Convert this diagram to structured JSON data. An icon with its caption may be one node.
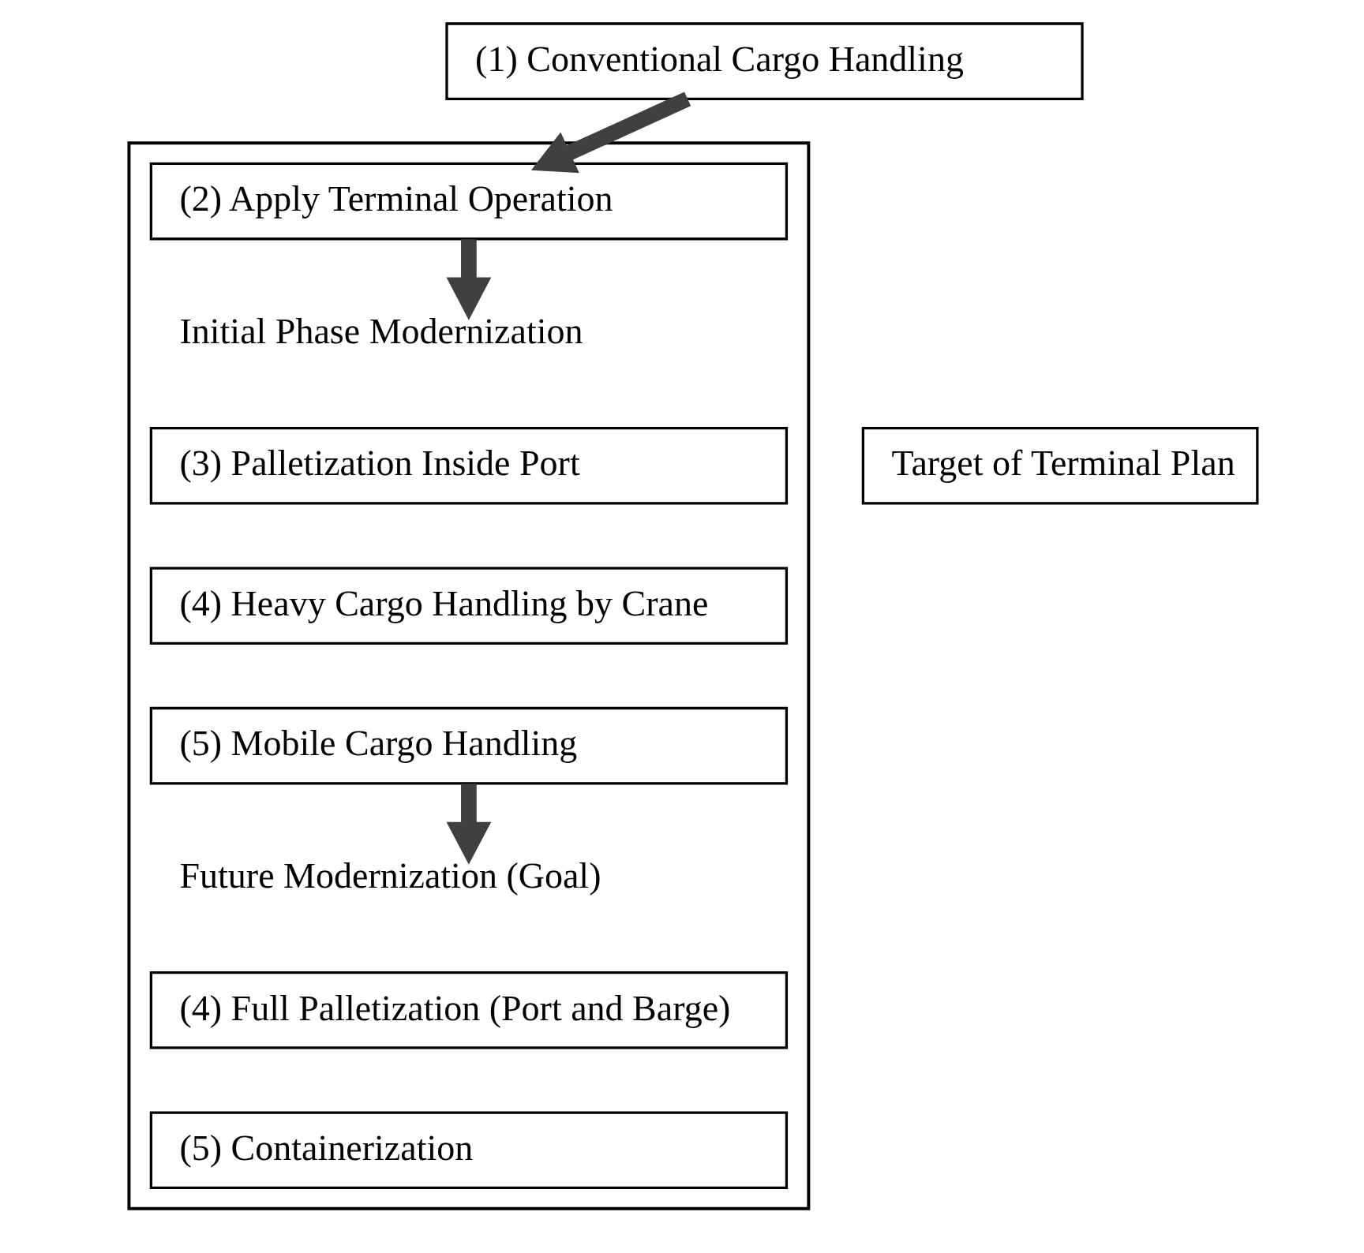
{
  "diagram": {
    "nodes": [
      {
        "text": [
          "(1) Conventional Cargo Handling"
        ]
      },
      {
        "text": [],
        "shape": "box"
      },
      {
        "text": [
          "(2) Apply Terminal Operation"
        ],
        "in": 1
      },
      {
        "text": [
          "Initial Phase Modernization"
        ],
        "in": 1
      },
      {
        "text": [
          "(3) Palletization Inside Port"
        ],
        "in": 1
      },
      {
        "text": [
          "(4) Heavy Cargo Handling by Crane"
        ],
        "in": 1
      },
      {
        "text": [
          "(5) Mobile Cargo Handling"
        ],
        "in": 1
      },
      {
        "text": [
          "Future Modernization (Goal)"
        ],
        "in": 1
      },
      {
        "text": [
          "(4) Full Palletization (Port and Barge)"
        ],
        "in": 1
      },
      {
        "text": [
          "(5) Containerization"
        ],
        "in": 1
      },
      {
        "text": [
          "Target of Terminal Plan"
        ]
      }
    ],
    "edges": [
      {
        "from": 0,
        "to": 2,
        "arrow": "to"
      },
      {
        "from": 2,
        "to": 3,
        "arrow": "to"
      },
      {
        "from": 6,
        "to": 7,
        "arrow": "to"
      }
    ]
  }
}
